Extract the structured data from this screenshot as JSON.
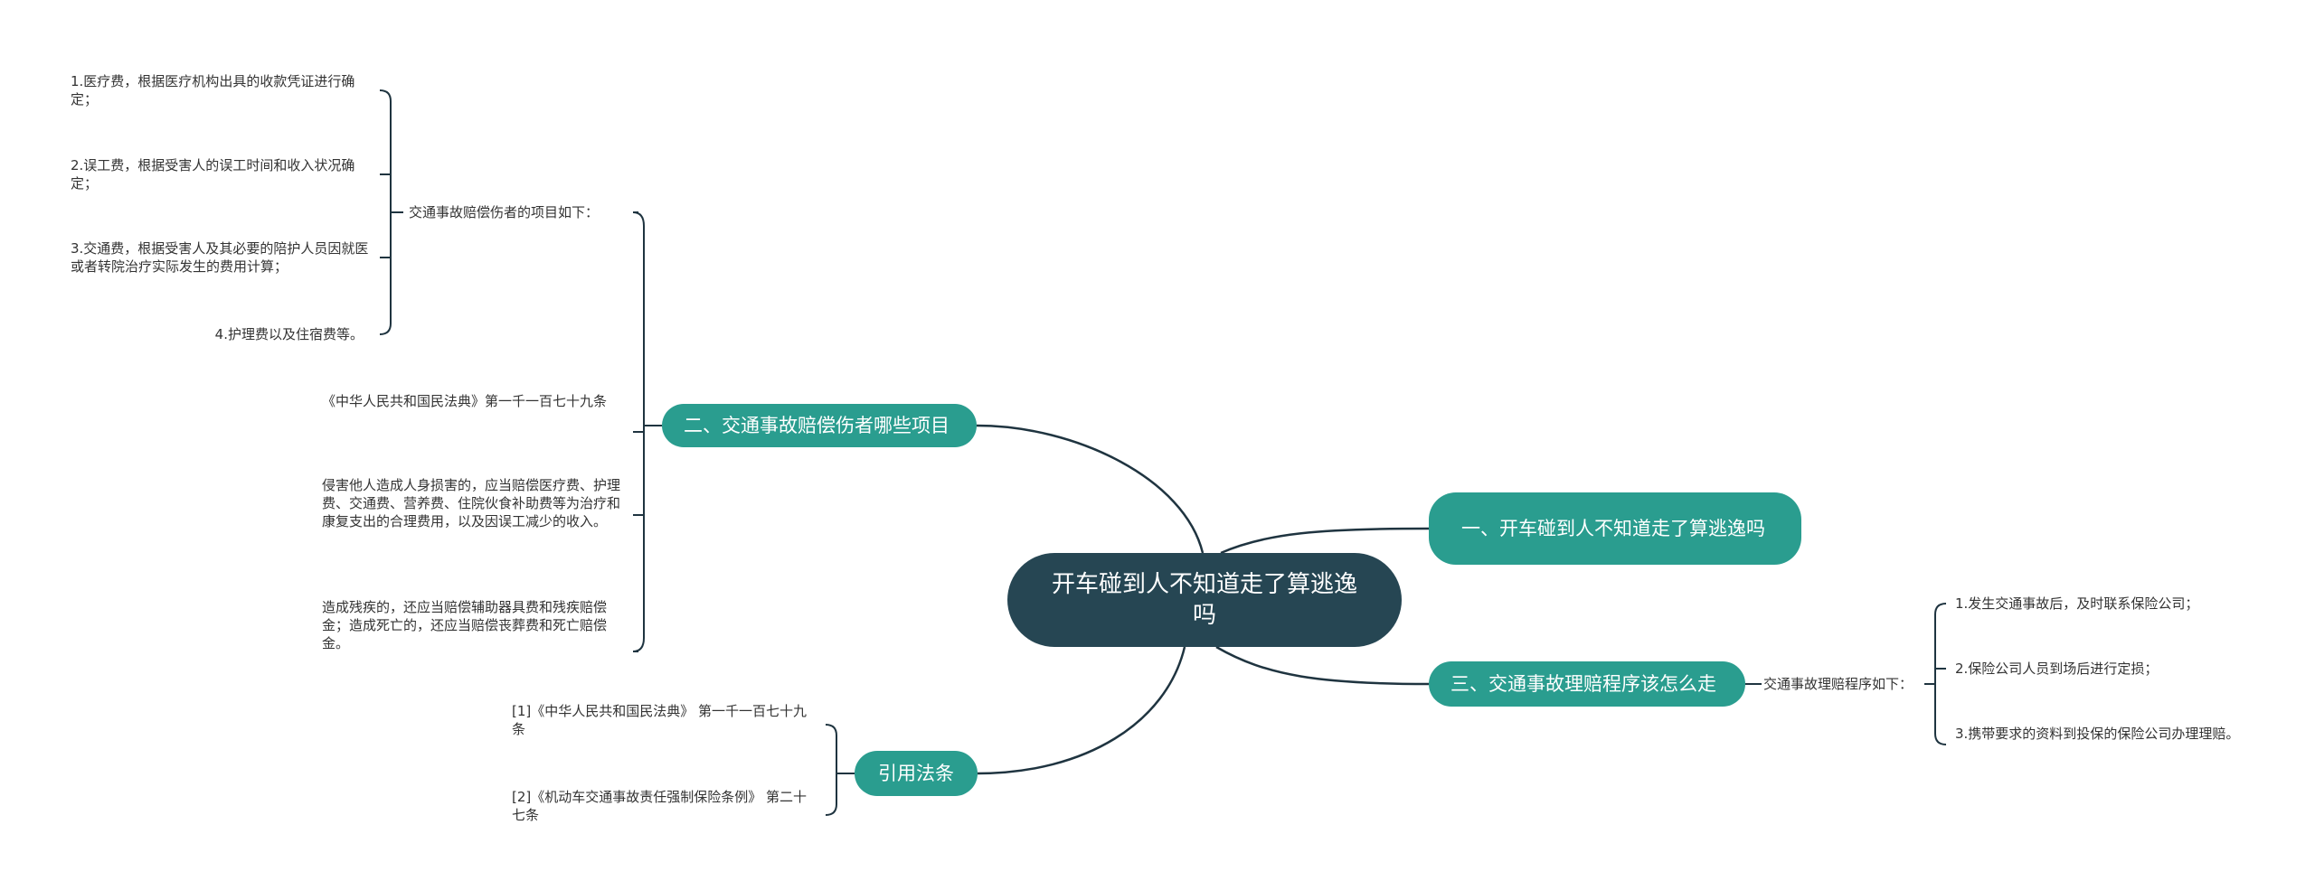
{
  "center": {
    "title": "开车碰到人不知道走了算逃逸吗"
  },
  "topics": {
    "t1": "一、开车碰到人不知道走了算逃逸吗",
    "t2": "二、交通事故赔偿伤者哪些项目",
    "t3": "三、交通事故理赔程序该怎么走",
    "t4": "引用法条"
  },
  "t2_children": {
    "items_intro": "交通事故赔偿伤者的项目如下：",
    "items": [
      "1.医疗费，根据医疗机构出具的收款凭证进行确定；",
      "2.误工费，根据受害人的误工时间和收入状况确定；",
      "3.交通费，根据受害人及其必要的陪护人员因就医或者转院治疗实际发生的费用计算；",
      "4.护理费以及住宿费等。"
    ],
    "law_title": "《中华人民共和国民法典》第一千一百七十九条",
    "law_text_1": "侵害他人造成人身损害的，应当赔偿医疗费、护理费、交通费、营养费、住院伙食补助费等为治疗和康复支出的合理费用，以及因误工减少的收入。",
    "law_text_2": "造成残疾的，还应当赔偿辅助器具费和残疾赔偿金；造成死亡的，还应当赔偿丧葬费和死亡赔偿金。"
  },
  "t3_children": {
    "intro": "交通事故理赔程序如下：",
    "steps": [
      "1.发生交通事故后，及时联系保险公司；",
      "2.保险公司人员到场后进行定损；",
      "3.携带要求的资料到投保的保险公司办理理赔。"
    ]
  },
  "t4_children": {
    "refs": [
      "[1]《中华人民共和国民法典》 第一千一百七十九条",
      "[2]《机动车交通事故责任强制保险条例》 第二十七条"
    ]
  },
  "colors": {
    "center": "#264653",
    "topic": "#2a9d8f",
    "line": "#1f3440",
    "text": "#333333"
  }
}
